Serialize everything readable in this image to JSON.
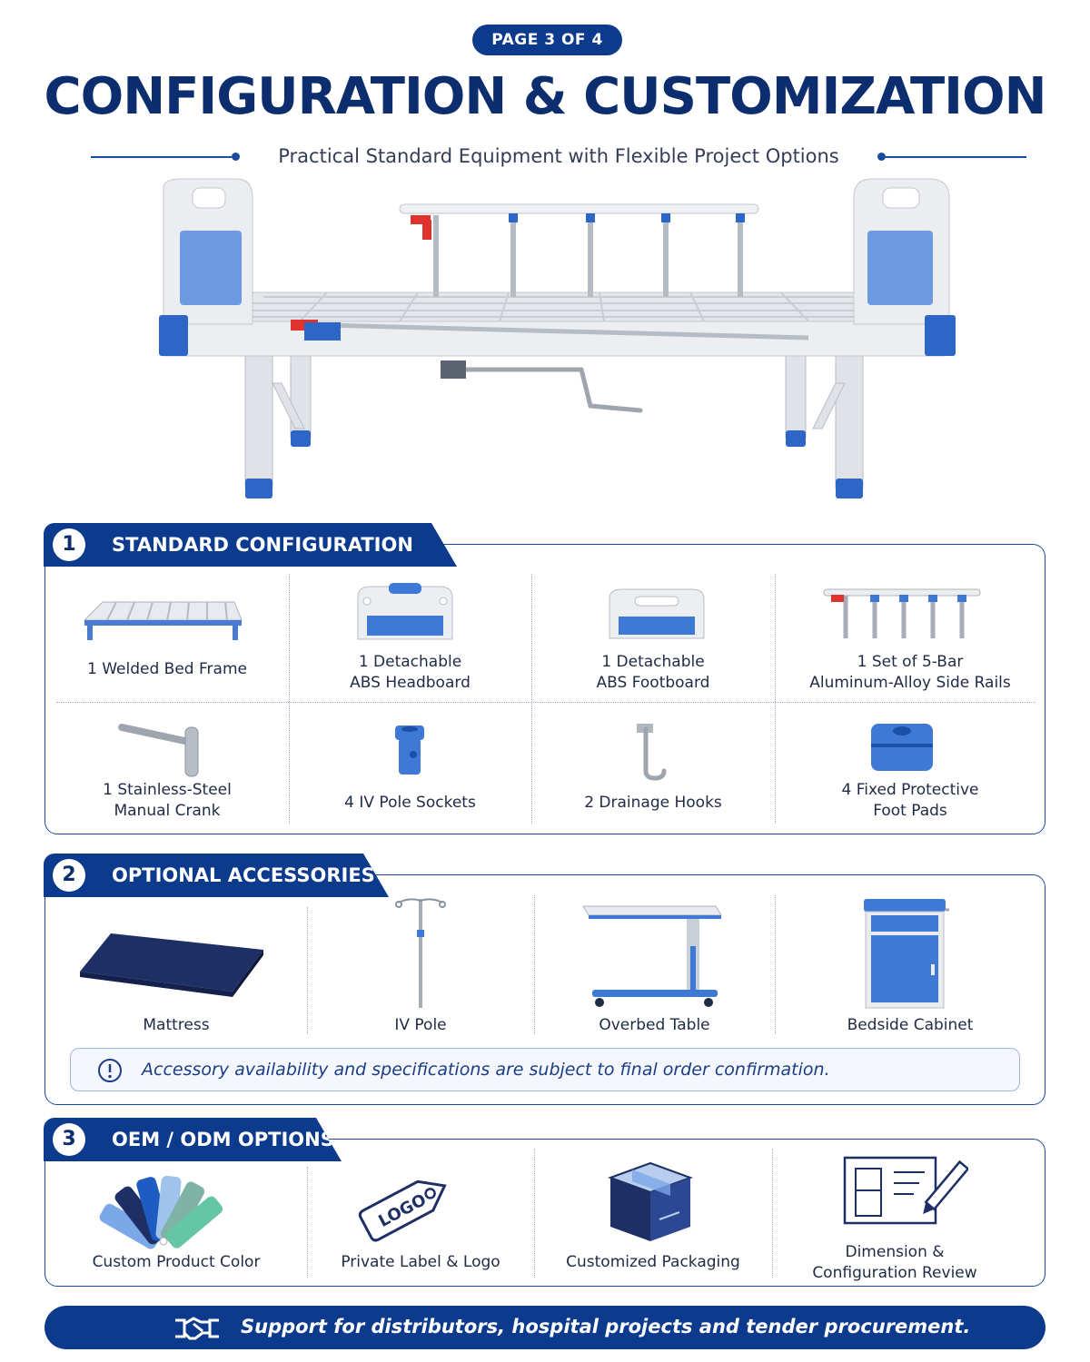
{
  "header": {
    "page_badge": "PAGE 3 OF 4",
    "title": "CONFIGURATION & CUSTOMIZATION",
    "subtitle": "Practical Standard Equipment with Flexible Project Options"
  },
  "colors": {
    "navy": "#0c3a8c",
    "accent_blue": "#3f79d6",
    "red_latch": "#e0322e",
    "frame_white": "#e9ebee"
  },
  "standard": {
    "number": "1",
    "title": "STANDARD CONFIGURATION",
    "items": [
      {
        "icon": "bed-frame-icon",
        "label_1": "1 Welded Bed Frame",
        "label_2": ""
      },
      {
        "icon": "headboard-icon",
        "label_1": "1 Detachable",
        "label_2": "ABS Headboard"
      },
      {
        "icon": "footboard-icon",
        "label_1": "1 Detachable",
        "label_2": "ABS Footboard"
      },
      {
        "icon": "side-rail-icon",
        "label_1": "1 Set of 5-Bar",
        "label_2": "Aluminum-Alloy Side Rails"
      },
      {
        "icon": "crank-icon",
        "label_1": "1 Stainless-Steel",
        "label_2": "Manual Crank"
      },
      {
        "icon": "iv-socket-icon",
        "label_1": "4 IV Pole Sockets",
        "label_2": ""
      },
      {
        "icon": "drainage-hook-icon",
        "label_1": "2 Drainage Hooks",
        "label_2": ""
      },
      {
        "icon": "foot-pad-icon",
        "label_1": "4 Fixed Protective",
        "label_2": "Foot Pads"
      }
    ]
  },
  "optional": {
    "number": "2",
    "title": "OPTIONAL ACCESSORIES",
    "items": [
      {
        "icon": "mattress-icon",
        "label": "Mattress"
      },
      {
        "icon": "iv-pole-icon",
        "label": "IV Pole"
      },
      {
        "icon": "overbed-table-icon",
        "label": "Overbed Table"
      },
      {
        "icon": "bedside-cabinet-icon",
        "label": "Bedside Cabinet"
      }
    ],
    "notice": "Accessory availability and specifications are subject to final order confirmation."
  },
  "oem": {
    "number": "3",
    "title": "OEM / ODM OPTIONS",
    "items": [
      {
        "icon": "color-swatch-icon",
        "label_1": "Custom Product Color",
        "label_2": ""
      },
      {
        "icon": "logo-tag-icon",
        "label_1": "Private Label & Logo",
        "label_2": "",
        "tag_text": "LOGO"
      },
      {
        "icon": "package-box-icon",
        "label_1": "Customized Packaging",
        "label_2": ""
      },
      {
        "icon": "blueprint-icon",
        "label_1": "Dimension &",
        "label_2": "Configuration Review"
      }
    ]
  },
  "footer": {
    "icon": "handshake-icon",
    "text": "Support for distributors, hospital projects and tender procurement."
  }
}
